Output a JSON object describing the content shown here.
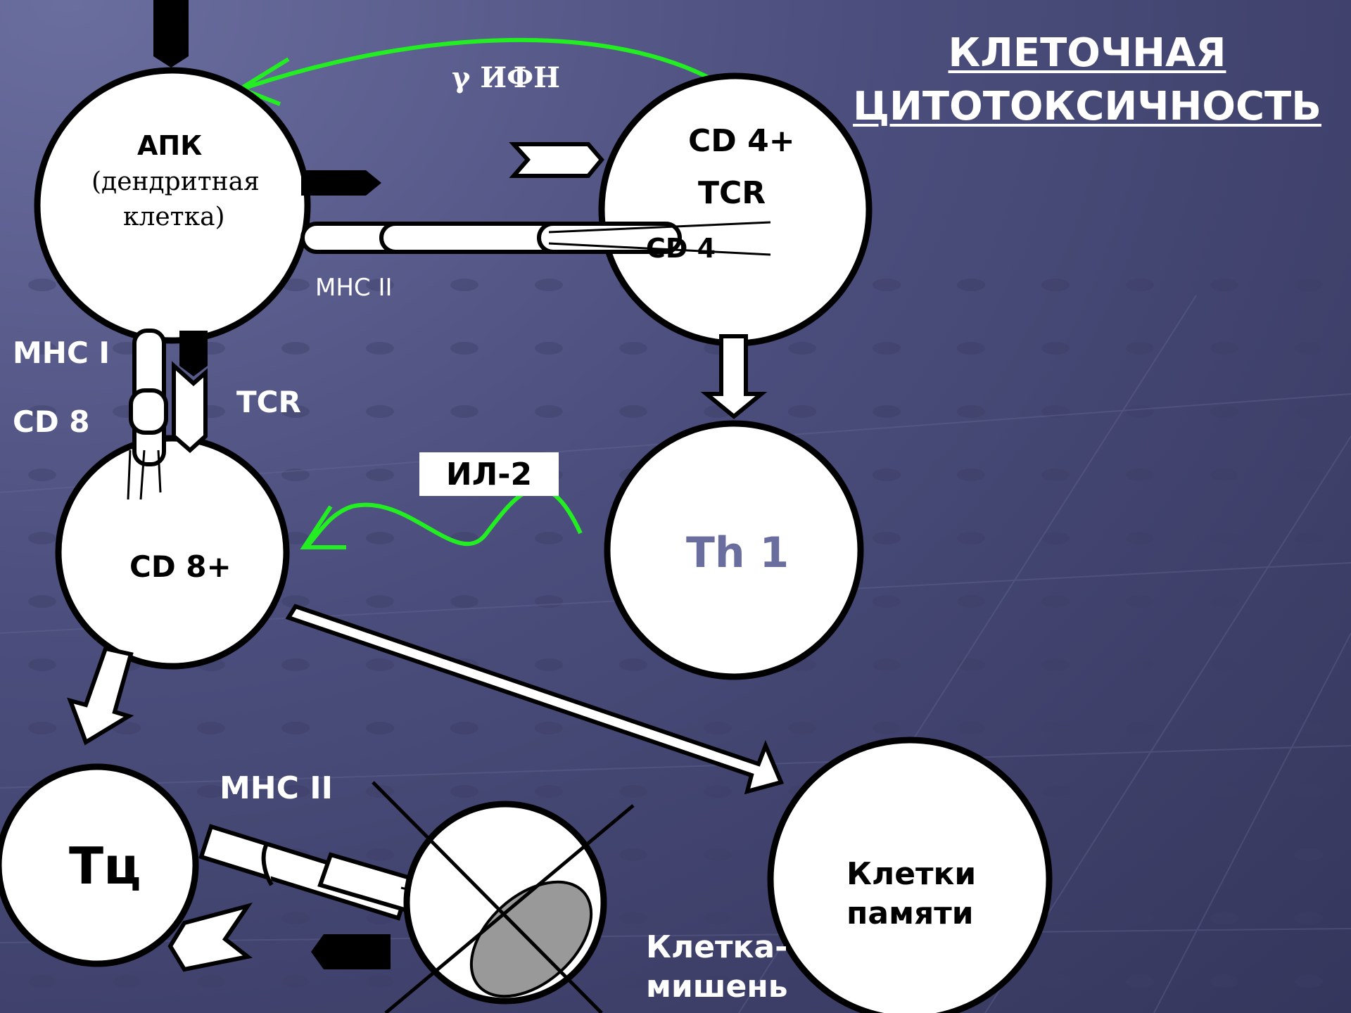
{
  "title": {
    "line1": "КЛЕТОЧНАЯ",
    "line2": "ЦИТОТОКСИЧНОСТЬ"
  },
  "cells": {
    "apc": {
      "name": "АПК",
      "desc_line1": "(дендритная",
      "desc_line2": "клетка)"
    },
    "cd4": {
      "name": "CD 4+",
      "receptor": "TCR",
      "coreceptor": "CD 4"
    },
    "th1": {
      "name": "Th 1"
    },
    "cd8": {
      "name": "CD 8+"
    },
    "tc": {
      "name": "Тц"
    },
    "memory": {
      "line1": "Клетки",
      "line2": "памяти"
    },
    "target": {
      "line1": "Клетка-",
      "line2": "мишень"
    }
  },
  "labels": {
    "ifn": "γ ИФН",
    "mhc2_top": "МНС II",
    "mhc1": "МНС I",
    "cd8": "CD 8",
    "tcr_left": "TCR",
    "il2": "ИЛ-2",
    "mhc2_bottom": "МНС II"
  },
  "colors": {
    "background": "#4b4d7c",
    "cell_fill": "#ffffff",
    "outline": "#000000",
    "cytokine_arrow": "#22ee22",
    "th1_text": "#6a6e9e",
    "nucleus": "#999999"
  }
}
